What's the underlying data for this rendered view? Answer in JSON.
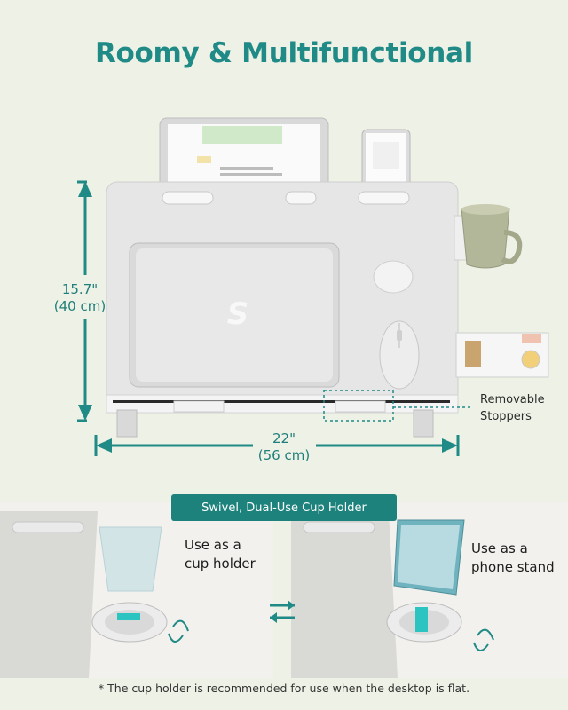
{
  "title": "Roomy & Multifunctional",
  "dimensions": {
    "height_in": "15.7\"",
    "height_cm": "(40 cm)",
    "width_in": "22\"",
    "width_cm": "(56 cm)"
  },
  "callout": {
    "line1": "Removable",
    "line2": "Stoppers"
  },
  "pill_label": "Swivel, Dual-Use Cup Holder",
  "left_panel": {
    "line1": "Use as a",
    "line2": "cup holder"
  },
  "right_panel": {
    "line1": "Use as a",
    "line2": "phone stand"
  },
  "footnote": "* The cup holder is recommended for use when the desktop is flat.",
  "laptop_logo": "S",
  "colors": {
    "accent": "#1f8a86",
    "background": "#eef1e6",
    "teal_clip": "#2cc4c0"
  }
}
